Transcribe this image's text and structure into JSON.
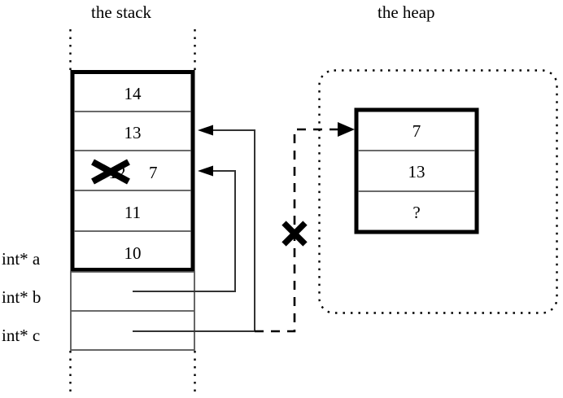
{
  "diagram": {
    "title_stack": "the stack",
    "title_heap": "the heap",
    "stack": {
      "cells": [
        {
          "value": "14",
          "struck": false
        },
        {
          "value": "13",
          "struck": false
        },
        {
          "value": "12",
          "struck": true,
          "new_value": "7"
        },
        {
          "value": "11",
          "struck": false
        },
        {
          "value": "10",
          "struck": false
        }
      ],
      "pointer_labels": [
        "int* a",
        "int* b",
        "int* c"
      ]
    },
    "heap": {
      "cells": [
        {
          "value": "7"
        },
        {
          "value": "13"
        },
        {
          "value": "?"
        }
      ]
    },
    "annotations": {
      "strike_mark": "X",
      "broken_link_mark": "X"
    },
    "colors": {
      "ink": "#000000",
      "background": "#ffffff",
      "thin_rule": "#555555"
    }
  }
}
